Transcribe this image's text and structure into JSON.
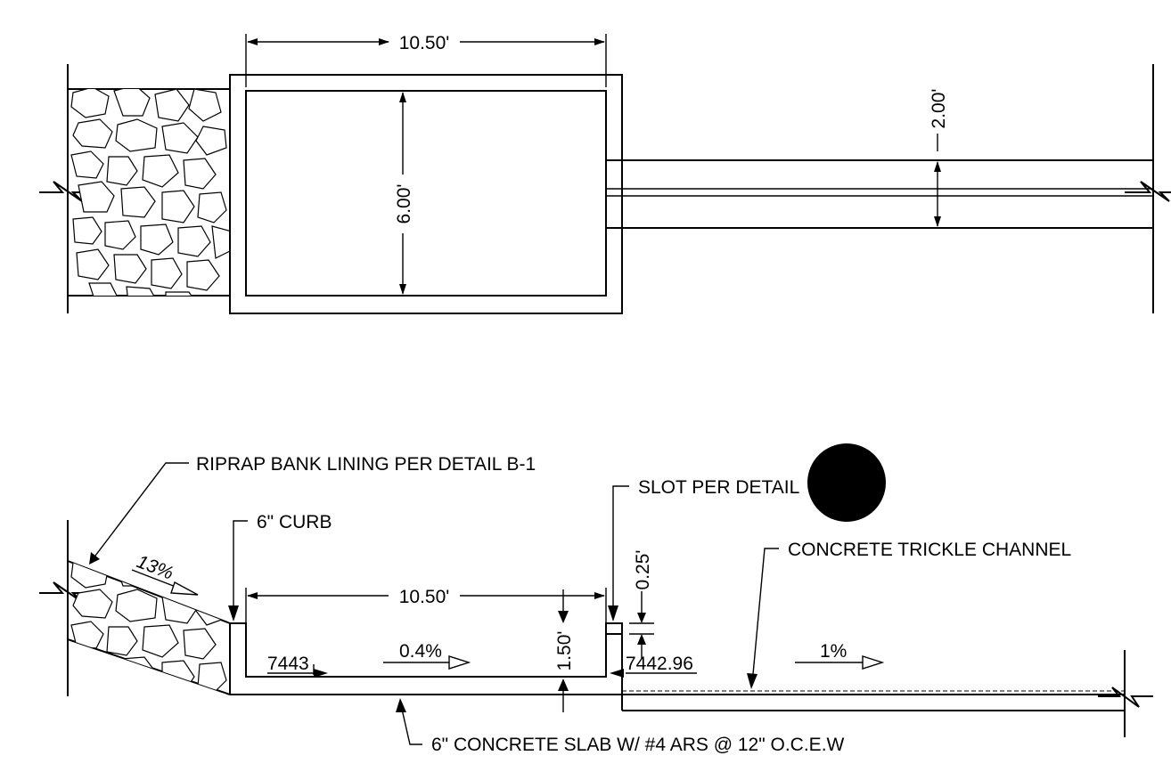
{
  "plan": {
    "width_dim": "10.50'",
    "length_dim": "6.00'",
    "channel_dim": "2.00'"
  },
  "section": {
    "riprap_label": "RIPRAP BANK LINING PER DETAIL B-1",
    "curb_label": "6\" CURB",
    "slot_label": "SLOT PER DETAIL",
    "trickle_label": "CONCRETE TRICKLE CHANNEL",
    "slab_label": "6\" CONCRETE SLAB W/ #4 ARS @ 12\" O.C.E.W",
    "width_dim": "10.50'",
    "depth_dim": "1.50'",
    "slot_dim": "0.25'",
    "bank_slope": "13%",
    "basin_slope": "0.4%",
    "channel_slope": "1%",
    "elev_in": "7443",
    "elev_out": "7442.96"
  },
  "colors": {
    "ink": "#000000",
    "paper": "#ffffff"
  }
}
